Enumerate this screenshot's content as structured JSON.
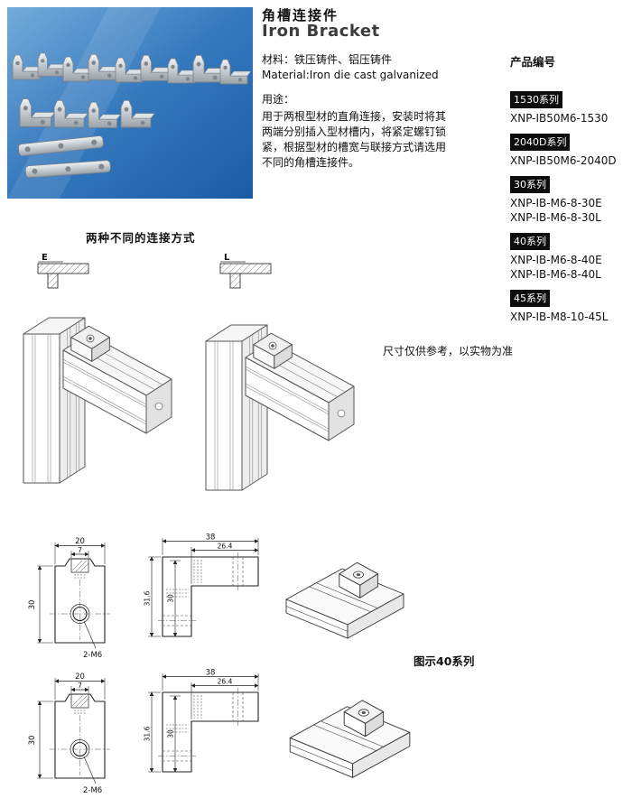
{
  "page": {
    "title_cn": "角槽连接件",
    "title_en": "Iron Bracket",
    "material_cn": "材料：铁压铸件、铝压铸件",
    "material_en": "Material:Iron die cast galvanized",
    "usage_label": "用途：",
    "usage_text": "用于两根型材的直角连接，安装时将其两端分别插入型材槽内，将紧定螺钉锁紧，根据型材的槽宽与联接方式请选用不同的角槽连接件。"
  },
  "codes": {
    "heading": "产品编号",
    "series": [
      {
        "badge": "1530系列",
        "codes": [
          "XNP-IB50M6-1530"
        ]
      },
      {
        "badge": "2040D系列",
        "codes": [
          "XNP-IB50M6-2040D"
        ]
      },
      {
        "badge": "30系列",
        "codes": [
          "XNP-IB-M6-8-30E",
          "XNP-IB-M6-8-30L"
        ]
      },
      {
        "badge": "40系列",
        "codes": [
          "XNP-IB-M6-8-40E",
          "XNP-IB-M6-8-40L"
        ]
      },
      {
        "badge": "45系列",
        "codes": [
          "XNP-IB-M8-10-45L"
        ]
      }
    ]
  },
  "connection": {
    "heading": "两种不同的连接方式",
    "label_e": "E",
    "label_l": "L",
    "note": "尺寸仅供参考，以实物为准"
  },
  "drawings": {
    "caption": "图示40系列",
    "front": {
      "w": "20",
      "slot": "7",
      "h": "30",
      "thread": "2-M6"
    },
    "side": {
      "len": "38",
      "inner": "26.4",
      "h_out": "31.6",
      "h_in": "30"
    }
  }
}
